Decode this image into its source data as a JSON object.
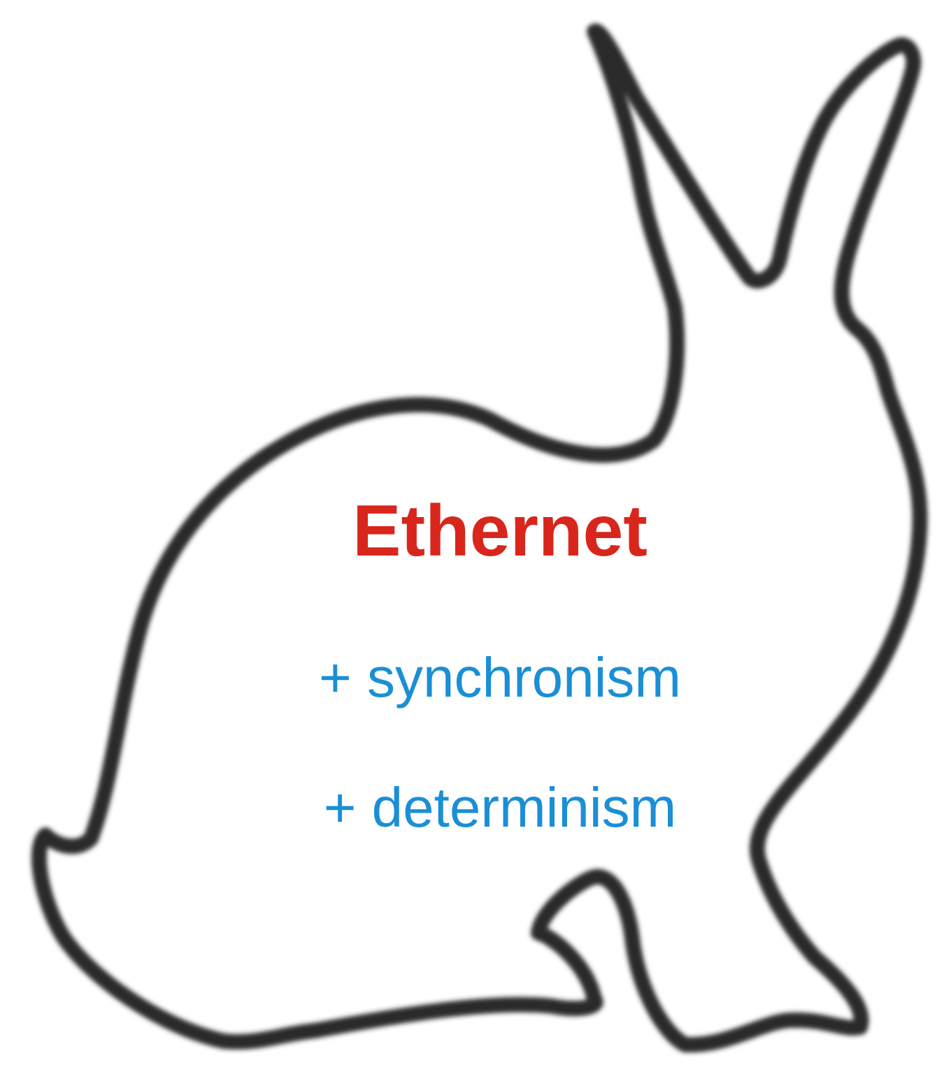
{
  "title": "Ethernet",
  "items": [
    "+ synchronism",
    "+ determinism"
  ],
  "colors": {
    "title": "#d9261c",
    "items": "#1a8fd6",
    "outline": "#2a2a2a",
    "background": "#ffffff"
  },
  "icon": "rabbit-silhouette-outline"
}
